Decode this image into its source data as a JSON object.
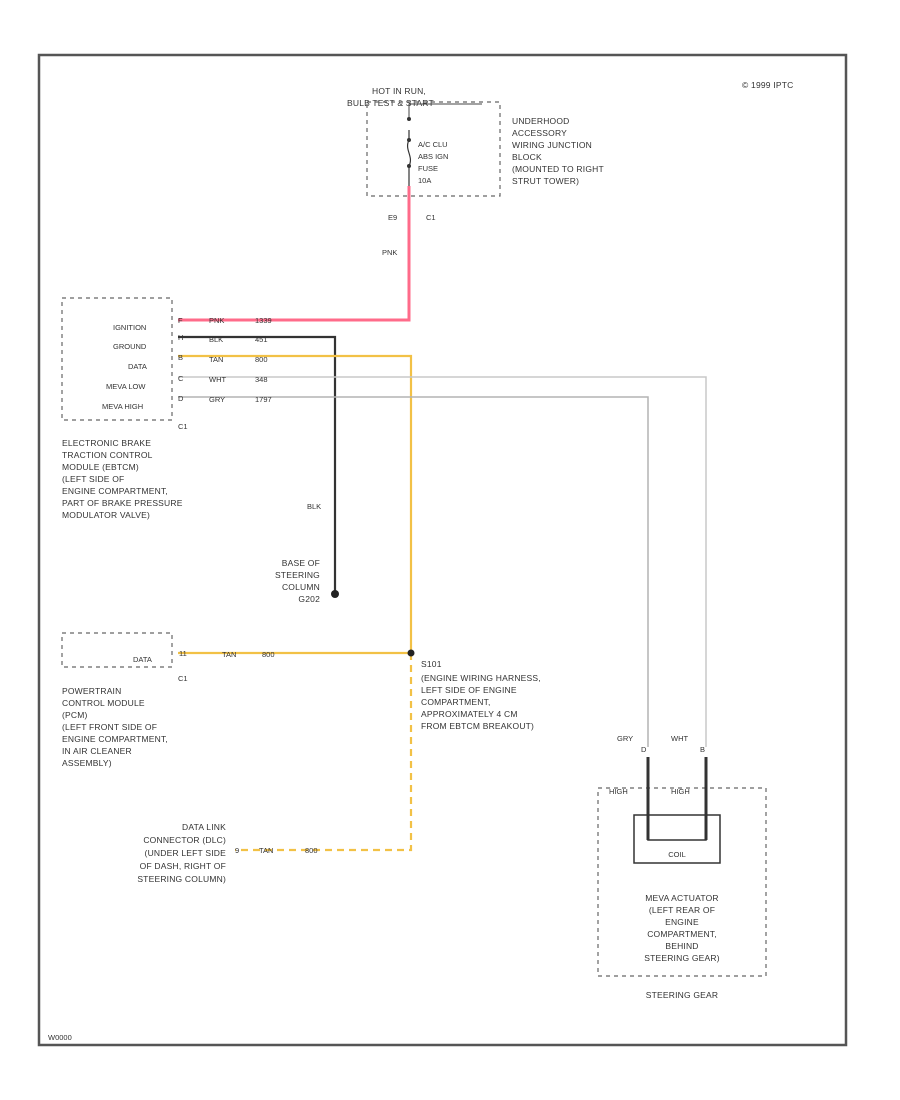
{
  "copyright": "© 1999 IPTC",
  "figure_id": "W0000",
  "power": {
    "header_lines": [
      "HOT IN RUN,",
      "BULB TEST & START"
    ],
    "block_label_lines": [
      "UNDERHOOD",
      "ACCESSORY",
      "WIRING JUNCTION",
      "BLOCK",
      "(MOUNTED TO RIGHT",
      "STRUT TOWER)"
    ],
    "fuse_lines": [
      "A/C CLU",
      "ABS IGN",
      "FUSE",
      "10A"
    ],
    "pin_left": "E9",
    "pin_right": "C1"
  },
  "ebtcm": {
    "pins": [
      {
        "label": "IGNITION",
        "pin": "F",
        "color": "PNK",
        "circuit": "1339"
      },
      {
        "label": "GROUND",
        "pin": "H",
        "color": "BLK",
        "circuit": "451"
      },
      {
        "label": "DATA",
        "pin": "B",
        "color": "TAN",
        "circuit": "800"
      },
      {
        "label": "MEVA LOW",
        "pin": "C",
        "color": "WHT",
        "circuit": "348"
      },
      {
        "label": "MEVA HIGH",
        "pin": "D",
        "color": "GRY",
        "circuit": "1797"
      }
    ],
    "connector": "C1",
    "description_lines": [
      "ELECTRONIC BRAKE",
      "TRACTION CONTROL",
      "MODULE (EBTCM)",
      "(LEFT SIDE OF",
      "ENGINE COMPARTMENT,",
      "PART OF BRAKE PRESSURE",
      "MODULATOR VALVE)"
    ]
  },
  "wire_pnk_label": "PNK",
  "wire_blk_label": "BLK",
  "ground": {
    "label_lines": [
      "BASE OF",
      "STEERING",
      "COLUMN",
      "G202"
    ]
  },
  "pcm": {
    "pin_label": "DATA",
    "pin": "11",
    "color": "TAN",
    "circuit": "800",
    "connector": "C1",
    "description_lines": [
      "POWERTRAIN",
      "CONTROL MODULE",
      "(PCM)",
      "(LEFT FRONT SIDE OF",
      "ENGINE COMPARTMENT,",
      "IN AIR CLEANER",
      "ASSEMBLY)"
    ]
  },
  "splice": {
    "label_lines": [
      "S101",
      "(ENGINE WIRING HARNESS,",
      "LEFT SIDE OF ENGINE",
      "COMPARTMENT,",
      "APPROXIMATELY 4 CM",
      "FROM EBTCM BREAKOUT)"
    ]
  },
  "dlc": {
    "label_lines": [
      "DATA LINK",
      "CONNECTOR (DLC)",
      "(UNDER LEFT SIDE",
      "OF DASH, RIGHT OF",
      "STEERING COLUMN)"
    ],
    "pin": "9",
    "color": "TAN",
    "circuit": "800"
  },
  "actuator": {
    "wire_left": "GRY",
    "pin_left": "D",
    "wire_right": "WHT",
    "pin_right": "B",
    "inner_left": "HIGH",
    "inner_right": "HIGH",
    "coil_label": "COIL",
    "description_lines": [
      "MEVA ACTUATOR",
      "(LEFT REAR OF",
      "ENGINE",
      "COMPARTMENT,",
      "BEHIND",
      "STEERING GEAR)"
    ],
    "footer": "STEERING GEAR"
  },
  "colors": {
    "pnk": "#ff6b8a",
    "blk": "#333333",
    "tan": "#f2c146",
    "wht": "#c8c8c8",
    "gry": "#b4b4b4",
    "frame": "#555555"
  }
}
